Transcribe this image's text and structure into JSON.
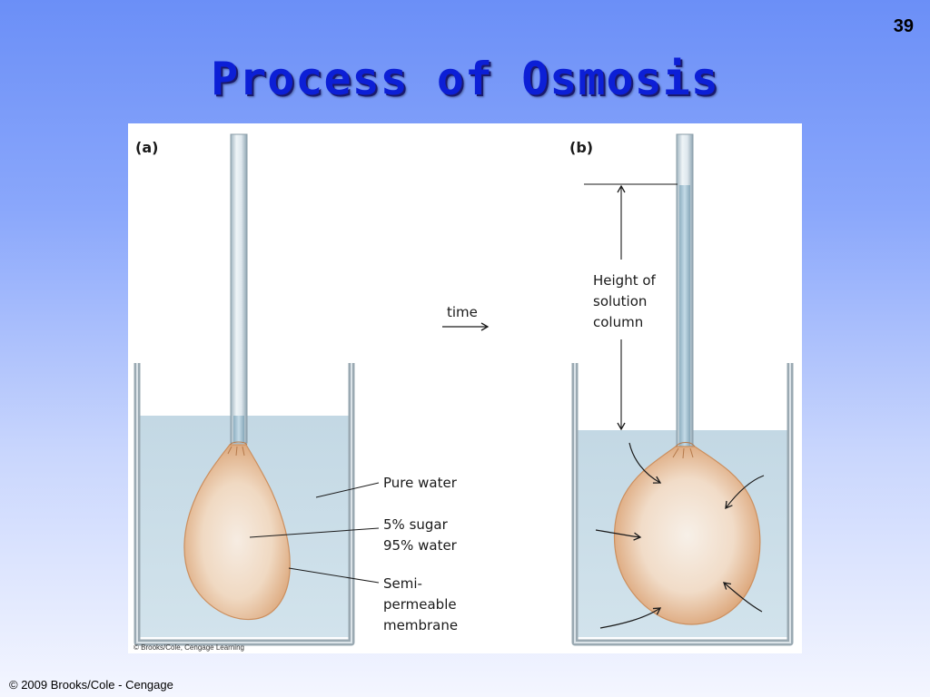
{
  "slide": {
    "number": "39",
    "title": "Process of Osmosis",
    "footer": "© 2009 Brooks/Cole - Cengage"
  },
  "figure": {
    "panel_a": "(a)",
    "panel_b": "(b)",
    "time_label": "time",
    "pure_water": "Pure water",
    "sugar_line1": "5% sugar",
    "sugar_line2": "95% water",
    "membrane_line1": "Semi-",
    "membrane_line2": "permeable",
    "membrane_line3": "membrane",
    "height_line1": "Height of",
    "height_line2": "solution",
    "height_line3": "column",
    "credit": "© Brooks/Cole, Cengage Learning"
  },
  "colors": {
    "title": "#0c1fd6",
    "water": "#c6dbe6",
    "membrane": "#e3b58c"
  }
}
